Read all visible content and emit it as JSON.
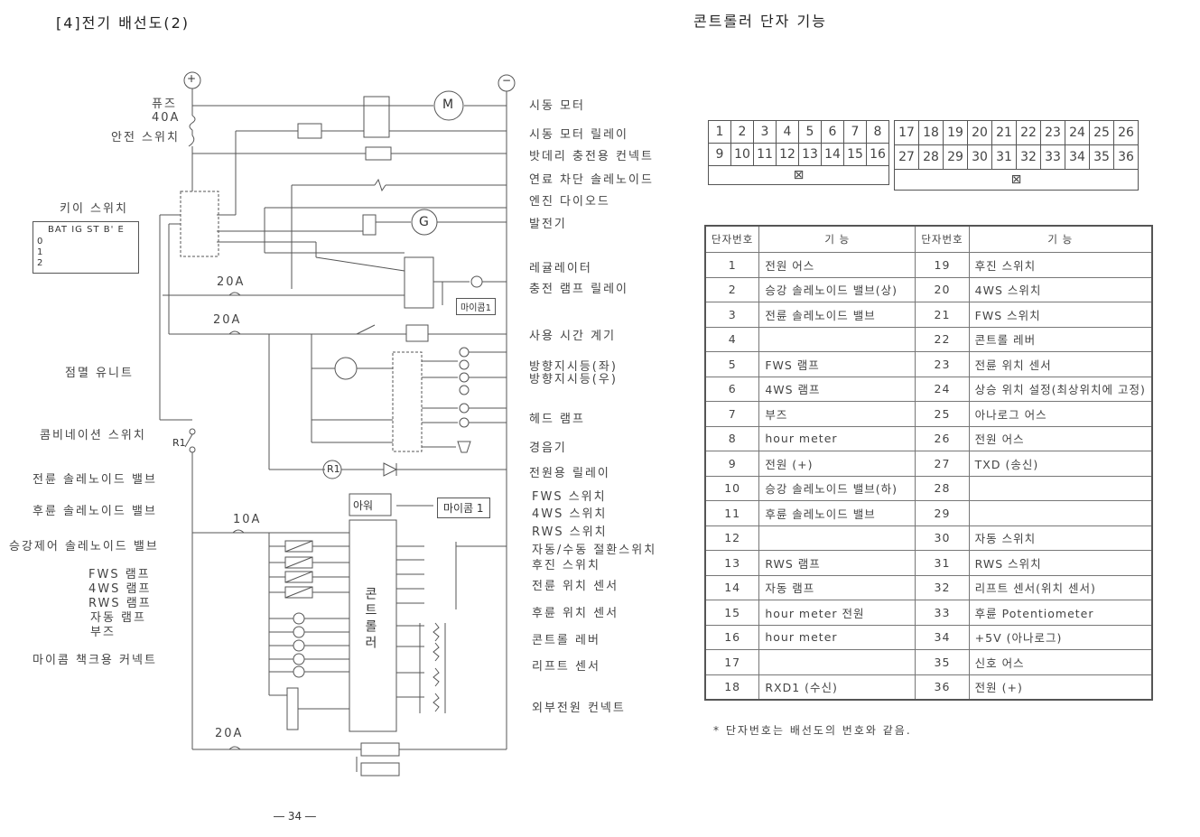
{
  "left_page": {
    "title": "[4]전기 배선도(2)",
    "page_number": "― 34 ―",
    "terminals": {
      "plus": "+",
      "minus": "−"
    },
    "left_labels": {
      "fuse": "퓨즈",
      "fuse_rating": "40A",
      "safety_switch": "안전 스위치",
      "key_switch": "키이 스위치",
      "key_table_header": "BAT IG ST B' E",
      "key_pos_0": "0",
      "key_pos_1": "1",
      "key_pos_2": "2",
      "fuse_20a_1": "20A",
      "fuse_20a_2": "20A",
      "flasher": "점멸 유니트",
      "combination_switch": "콤비네이션 스위치",
      "r1_contact": "R1",
      "front_solenoid": "전륜 솔레노이드 밸브",
      "rear_solenoid": "후륜 솔레노이드 밸브",
      "lift_solenoid": "승강제어 솔레노이드 밸브",
      "fws_lamp": "FWS 램프",
      "4ws_lamp": "4WS 램프",
      "rws_lamp": "RWS 램프",
      "auto_lamp": "자동 램프",
      "buzzer": "부즈",
      "micom_connector": "마이콤 책크용 커넥트",
      "fuse_10a": "10A",
      "fuse_20a_3": "20A"
    },
    "inner_labels": {
      "micom1_a": "마이콤1",
      "micom1_b": "마이콤 1",
      "upper": "아워",
      "controller": "콘트롤러",
      "r1": "R1",
      "motor": "M",
      "generator": "G"
    },
    "right_labels": [
      "시동 모터",
      "시동 모터 릴레이",
      "밧데리 충전용 컨넥트",
      "연료 차단 솔레노이드",
      "엔진 다이오드",
      "발전기",
      "레귤레이터",
      "충전 램프 릴레이",
      "사용 시간 계기",
      "방향지시등(좌)",
      "방향지시등(우)",
      "헤드 램프",
      "경음기",
      "전원용 릴레이",
      "FWS 스위치",
      "4WS 스위치",
      "RWS 스위치",
      "자동/수동 절환스위치",
      "후진 스위치",
      "전륜 위치 센서",
      "후륜 위치 센서",
      "콘트롤 레버",
      "리프트 센서",
      "외부전원 컨넥트"
    ]
  },
  "right_page": {
    "title": "콘트롤러 단자 기능",
    "connector_left_top": [
      "1",
      "2",
      "3",
      "4",
      "5",
      "6",
      "7",
      "8"
    ],
    "connector_left_bottom": [
      "9",
      "10",
      "11",
      "12",
      "13",
      "14",
      "15",
      "16"
    ],
    "connector_right_top": [
      "17",
      "18",
      "19",
      "20",
      "21",
      "22",
      "23",
      "24",
      "25",
      "26"
    ],
    "connector_right_bottom": [
      "27",
      "28",
      "29",
      "30",
      "31",
      "32",
      "33",
      "34",
      "35",
      "36"
    ],
    "table_headers": {
      "no1": "단자번호",
      "func1": "기 능",
      "no2": "단자번호",
      "func2": "기 능"
    },
    "rows": [
      {
        "n1": "1",
        "f1": "전원 어스",
        "n2": "19",
        "f2": "후진 스위치"
      },
      {
        "n1": "2",
        "f1": "승강 솔레노이드 밸브(상)",
        "n2": "20",
        "f2": "4WS 스위치"
      },
      {
        "n1": "3",
        "f1": "전륜 솔레노이드 밸브",
        "n2": "21",
        "f2": "FWS 스위치"
      },
      {
        "n1": "4",
        "f1": "",
        "n2": "22",
        "f2": "콘트롤 레버"
      },
      {
        "n1": "5",
        "f1": "FWS 램프",
        "n2": "23",
        "f2": "전륜 위치 센서"
      },
      {
        "n1": "6",
        "f1": "4WS 램프",
        "n2": "24",
        "f2": "상승 위치 설정(최상위치에 고정)"
      },
      {
        "n1": "7",
        "f1": "부즈",
        "n2": "25",
        "f2": "아나로그 어스"
      },
      {
        "n1": "8",
        "f1": "hour meter",
        "n2": "26",
        "f2": "전원 어스"
      },
      {
        "n1": "9",
        "f1": "전원 (+)",
        "n2": "27",
        "f2": "TXD (송신)"
      },
      {
        "n1": "10",
        "f1": "승강 솔레노이드 밸브(하)",
        "n2": "28",
        "f2": ""
      },
      {
        "n1": "11",
        "f1": "후륜 솔레노이드 밸브",
        "n2": "29",
        "f2": ""
      },
      {
        "n1": "12",
        "f1": "",
        "n2": "30",
        "f2": "자동 스위치"
      },
      {
        "n1": "13",
        "f1": "RWS 램프",
        "n2": "31",
        "f2": "RWS 스위치"
      },
      {
        "n1": "14",
        "f1": "자동 램프",
        "n2": "32",
        "f2": "리프트 센서(위치 센서)"
      },
      {
        "n1": "15",
        "f1": "hour meter 전원",
        "n2": "33",
        "f2": "후륜 Potentiometer"
      },
      {
        "n1": "16",
        "f1": "hour meter",
        "n2": "34",
        "f2": "+5V (아나로그)"
      },
      {
        "n1": "17",
        "f1": "",
        "n2": "35",
        "f2": "신호 어스"
      },
      {
        "n1": "18",
        "f1": "RXD1 (수신)",
        "n2": "36",
        "f2": "전원 (+)"
      }
    ],
    "footnote": "* 단자번호는 배선도의 번호와 같음."
  }
}
